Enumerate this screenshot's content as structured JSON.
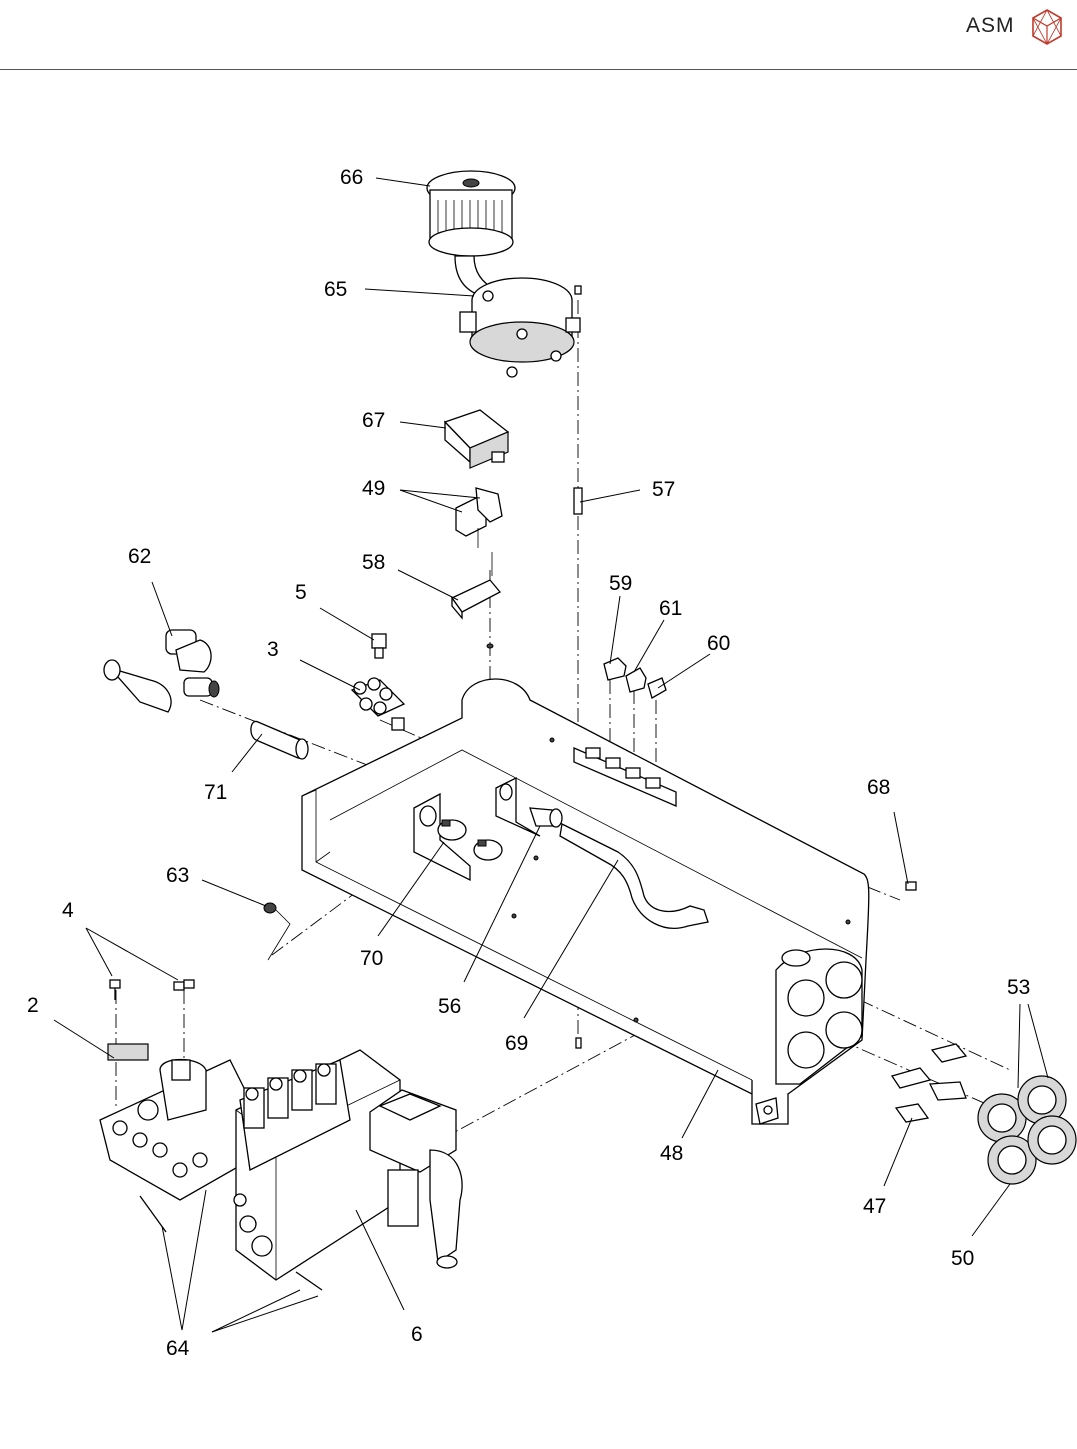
{
  "header": {
    "brand": "ASM",
    "logo_icon": "cube-logo-icon",
    "accent_color": "#c0392b"
  },
  "callouts": [
    {
      "id": "c66",
      "label": "66"
    },
    {
      "id": "c65",
      "label": "65"
    },
    {
      "id": "c67",
      "label": "67"
    },
    {
      "id": "c49",
      "label": "49"
    },
    {
      "id": "c57",
      "label": "57"
    },
    {
      "id": "c58",
      "label": "58"
    },
    {
      "id": "c62",
      "label": "62"
    },
    {
      "id": "c5",
      "label": "5"
    },
    {
      "id": "c3",
      "label": "3"
    },
    {
      "id": "c59",
      "label": "59"
    },
    {
      "id": "c61",
      "label": "61"
    },
    {
      "id": "c60",
      "label": "60"
    },
    {
      "id": "c71",
      "label": "71"
    },
    {
      "id": "c68",
      "label": "68"
    },
    {
      "id": "c63",
      "label": "63"
    },
    {
      "id": "c4",
      "label": "4"
    },
    {
      "id": "c70",
      "label": "70"
    },
    {
      "id": "c56",
      "label": "56"
    },
    {
      "id": "c69",
      "label": "69"
    },
    {
      "id": "c53",
      "label": "53"
    },
    {
      "id": "c2",
      "label": "2"
    },
    {
      "id": "c48",
      "label": "48"
    },
    {
      "id": "c47",
      "label": "47"
    },
    {
      "id": "c50",
      "label": "50"
    },
    {
      "id": "c64",
      "label": "64"
    },
    {
      "id": "c6",
      "label": "6"
    }
  ]
}
